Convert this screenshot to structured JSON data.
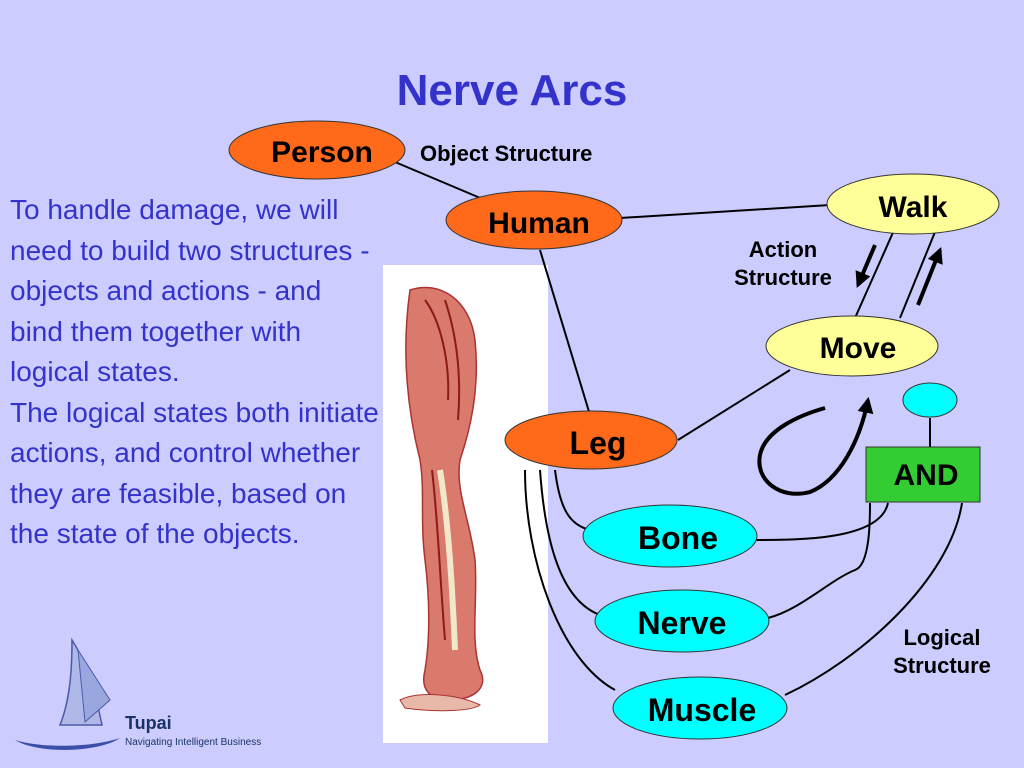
{
  "title": "Nerve Arcs",
  "paragraphs": [
    "To handle damage, we will need to build two structures - objects and actions - and bind them together with logical states.",
    "The logical states both initiate actions, and control whether they are feasible, based on the state of the objects."
  ],
  "labels": {
    "object_structure": "Object Structure",
    "action_structure": "Action Structure",
    "logical_structure": "Logical Structure"
  },
  "nodes": {
    "person": "Person",
    "human": "Human",
    "leg": "Leg",
    "walk": "Walk",
    "move": "Move",
    "and": "AND",
    "bone": "Bone",
    "nerve": "Nerve",
    "muscle": "Muscle"
  },
  "logo": {
    "name": "Tupai",
    "tagline": "Navigating Intelligent Business"
  },
  "colors": {
    "background": "#ccccff",
    "text_blue": "#3333cc",
    "object_node": "#ff6a1a",
    "action_node": "#ffff99",
    "logic_node": "#00ffff",
    "and_gate": "#33cc33"
  },
  "image": "leg-muscle-anatomy-illustration"
}
